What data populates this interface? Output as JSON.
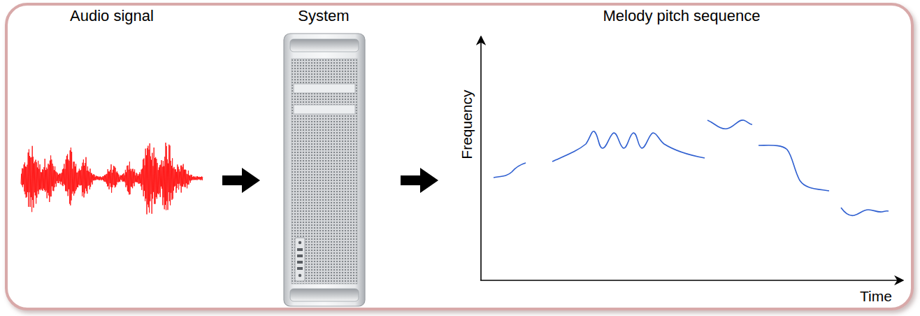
{
  "diagram": {
    "labels": [
      "Audio signal",
      "System",
      "Melody pitch sequence",
      "Frequency",
      "Time"
    ]
  }
}
